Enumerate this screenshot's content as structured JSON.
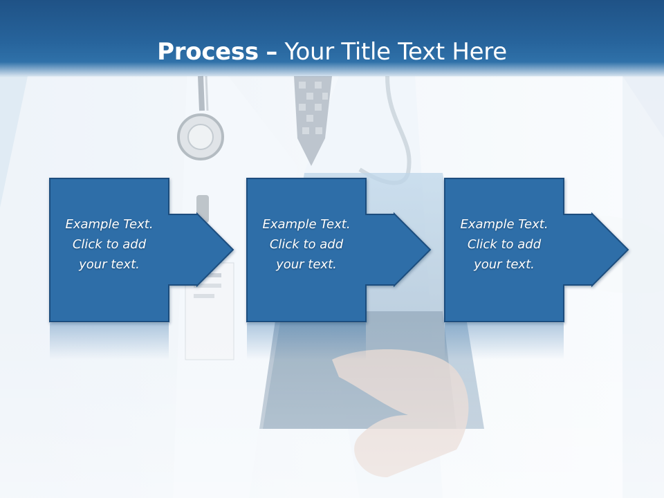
{
  "slide": {
    "title_bold": "Process",
    "title_dash": "–",
    "title_rest": "Your Title Text Here"
  },
  "steps": [
    {
      "text": "Example Text.\nClick  to add\nyour text."
    },
    {
      "text": "Example Text.\nClick  to add\nyour text."
    },
    {
      "text": "Example Text.\nClick  to add\nyour text."
    }
  ],
  "colors": {
    "title_bar": "#27649c",
    "box_fill": "#2f6ea8",
    "box_border": "#1d4e7e",
    "text": "#ffffff"
  }
}
